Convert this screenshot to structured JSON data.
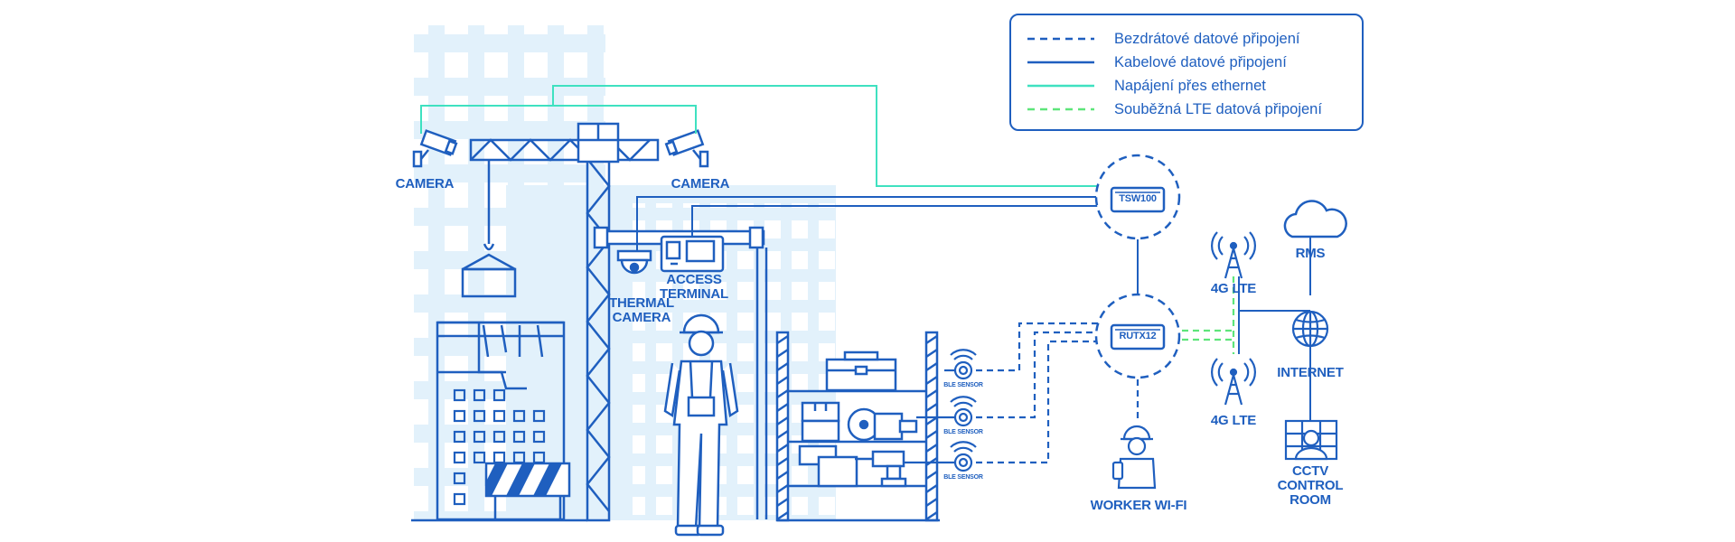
{
  "colors": {
    "primary": "#1f5fbf",
    "building_fill": "#e2f1fb",
    "poe_line": "#3fe1c0",
    "lte_line": "#5ee57a"
  },
  "legend": {
    "items": [
      {
        "label": "Bezdrátové datové připojení",
        "style": "dashed-blue"
      },
      {
        "label": "Kabelové datové připojení",
        "style": "solid-blue"
      },
      {
        "label": "Napájení přes ethernet",
        "style": "solid-teal"
      },
      {
        "label": "Souběžná LTE datová připojení",
        "style": "dashed-green"
      }
    ]
  },
  "labels": {
    "camera_left": "CAMERA",
    "camera_right": "CAMERA",
    "thermal_camera": "THERMAL\nCAMERA",
    "access_terminal": "ACCESS\nTERMINAL",
    "tsw100": "TSW100",
    "rutx12": "RUTX12",
    "lte_top": "4G LTE",
    "lte_bottom": "4G LTE",
    "rms": "RMS",
    "internet": "INTERNET",
    "cctv": "CCTV\nCONTROL\nROOM",
    "worker_wifi": "WORKER WI-FI",
    "ble_1": "BLE SENSOR",
    "ble_2": "BLE SENSOR",
    "ble_3": "BLE SENSOR"
  },
  "icons": [
    "camera-icon",
    "crane-icon",
    "thermal-camera-icon",
    "access-terminal-icon",
    "switch-icon",
    "router-icon",
    "antenna-icon",
    "cloud-icon",
    "globe-icon",
    "monitor-icon",
    "worker-icon",
    "ble-sensor-icon",
    "toolbox-icon",
    "drill-icon",
    "saw-icon"
  ]
}
